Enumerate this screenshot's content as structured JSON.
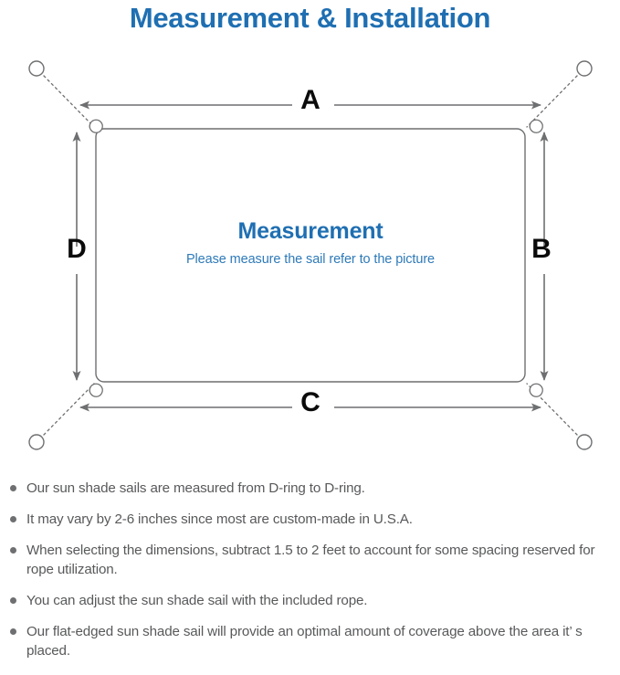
{
  "page": {
    "title": "Measurement & Installation",
    "title_color": "#1F6FB2",
    "background_color": "#FFFFFF",
    "text_color": "#58595B"
  },
  "diagram": {
    "name": "sun-shade-sail-measurement-diagram",
    "sail_shape": "rectangle",
    "line_color": "#6E6F71",
    "dimension_labels": [
      {
        "id": "a",
        "label": "A",
        "edge": "top",
        "orientation": "horizontal"
      },
      {
        "id": "b",
        "label": "B",
        "edge": "right",
        "orientation": "vertical"
      },
      {
        "id": "c",
        "label": "C",
        "edge": "bottom",
        "orientation": "horizontal"
      },
      {
        "id": "d",
        "label": "D",
        "edge": "left",
        "orientation": "vertical"
      }
    ],
    "caption": {
      "title": "Measurement",
      "subtitle": "Please measure the sail refer to the picture",
      "title_color": "#1F6FB2",
      "subtitle_color": "#2E7AB8"
    },
    "anchors": [
      {
        "id": "anchor-top-left",
        "position": "top-left"
      },
      {
        "id": "anchor-top-right",
        "position": "top-right"
      },
      {
        "id": "anchor-bottom-left",
        "position": "bottom-left"
      },
      {
        "id": "anchor-bottom-right",
        "position": "bottom-right"
      }
    ],
    "d_rings": [
      {
        "id": "d-ring-top-left",
        "position": "top-left"
      },
      {
        "id": "d-ring-top-right",
        "position": "top-right"
      },
      {
        "id": "d-ring-bottom-left",
        "position": "bottom-left"
      },
      {
        "id": "d-ring-bottom-right",
        "position": "bottom-right"
      }
    ]
  },
  "notes": [
    {
      "text": "Our sun shade sails are measured from D-ring to D-ring."
    },
    {
      "text": "It may vary by 2-6 inches since most are custom-made in U.S.A."
    },
    {
      "text": "When selecting the dimensions, subtract 1.5 to 2 feet to account for some spacing reserved for rope utilization."
    },
    {
      "text": "You can adjust the sun shade sail with the included rope."
    },
    {
      "text": "Our flat-edged sun shade sail will provide an optimal amount of coverage above the area it’ s placed."
    }
  ]
}
